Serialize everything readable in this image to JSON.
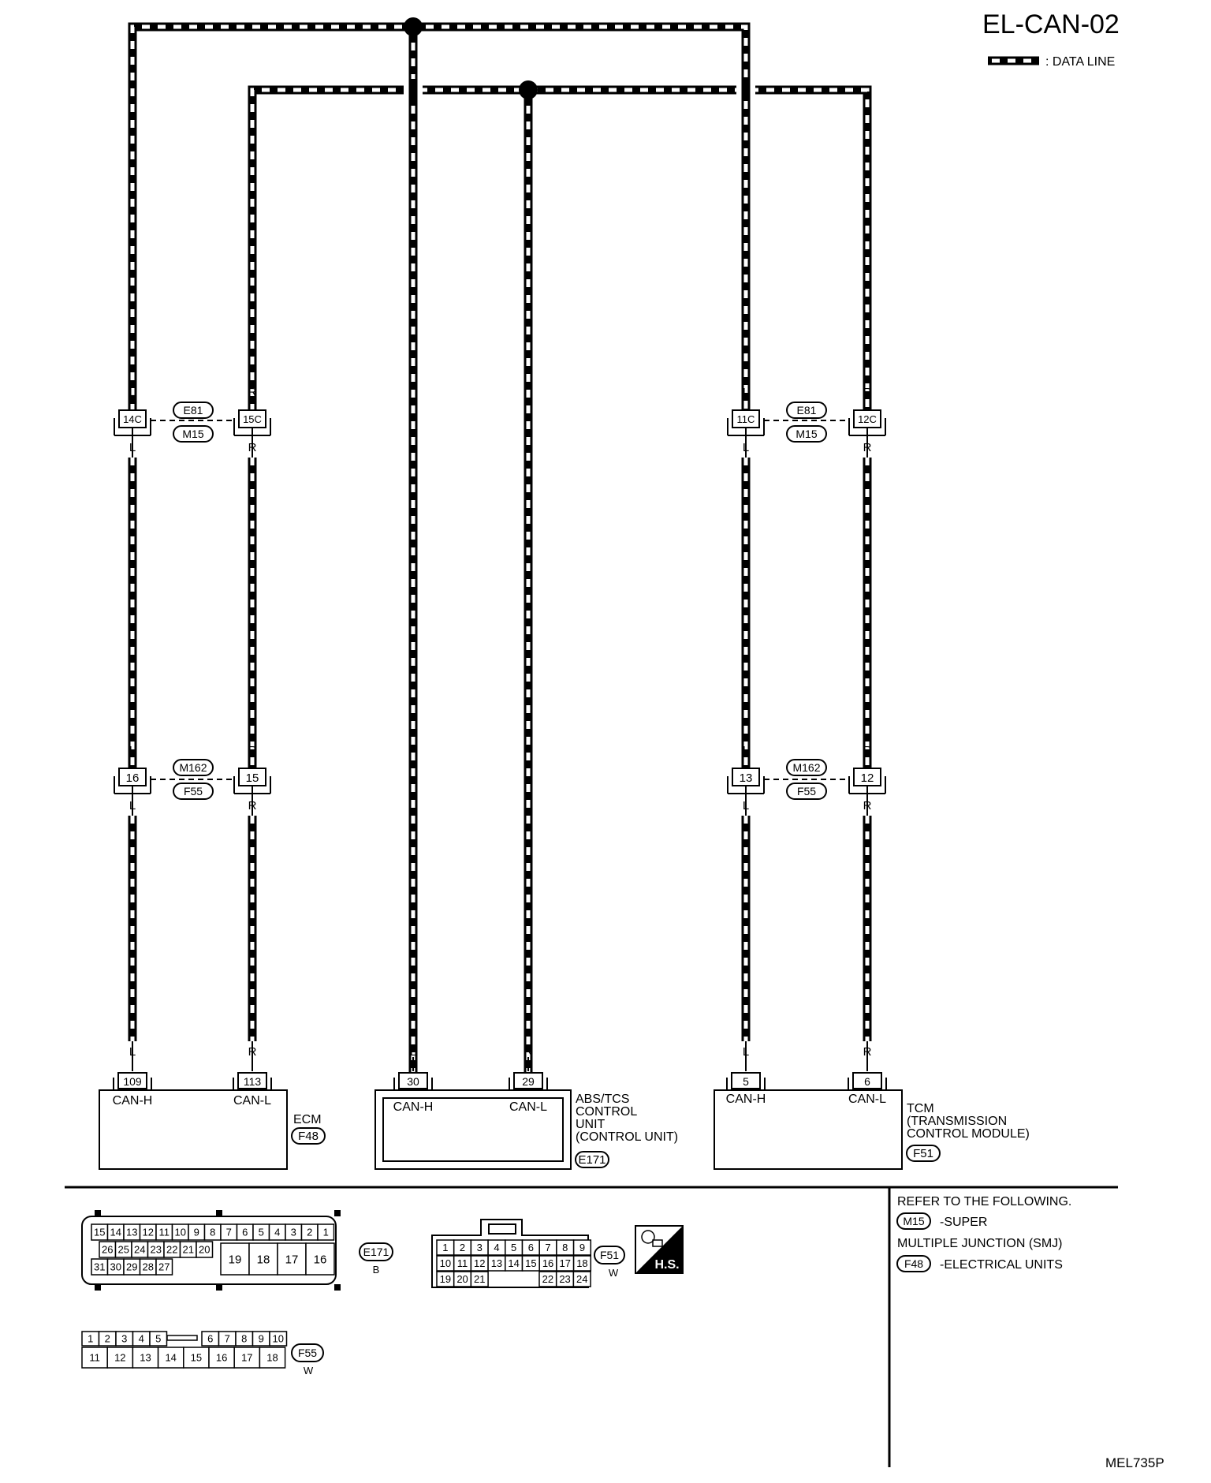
{
  "header": {
    "page_code": "EL-CAN-02",
    "legend_label": ": DATA LINE",
    "figure_code": "MEL735P"
  },
  "wires": {
    "high": "L",
    "low": "R"
  },
  "junctions": {
    "smj_top": {
      "connector_a": "E81",
      "connector_b": "M15"
    },
    "mid": {
      "connector_a": "M162",
      "connector_b": "F55"
    }
  },
  "terminals": {
    "w1_smj": "14C",
    "w2_smj": "15C",
    "w5_smj": "11C",
    "w6_smj": "12C",
    "w1_mid": "16",
    "w2_mid": "15",
    "w5_mid": "13",
    "w6_mid": "12",
    "ecm_h": "109",
    "ecm_l": "113",
    "abs_h": "30",
    "abs_l": "29",
    "tcm_h": "5",
    "tcm_l": "6"
  },
  "units": {
    "ecm": {
      "pin_h_label": "CAN-H",
      "pin_l_label": "CAN-L",
      "name_lines": [
        "ECM"
      ],
      "connector": "F48"
    },
    "abs": {
      "pin_h_label": "CAN-H",
      "pin_l_label": "CAN-L",
      "name_lines": [
        "ABS/TCS",
        "CONTROL",
        "UNIT",
        "(CONTROL UNIT)"
      ],
      "connector": "E171"
    },
    "tcm": {
      "pin_h_label": "CAN-H",
      "pin_l_label": "CAN-L",
      "name_lines": [
        "TCM",
        "(TRANSMISSION",
        "CONTROL MODULE)"
      ],
      "connector": "F51"
    }
  },
  "connector_views": {
    "e171": {
      "id": "E171",
      "color": "B",
      "row1": [
        "15",
        "14",
        "13",
        "12",
        "11",
        "10",
        "9",
        "8",
        "7",
        "6",
        "5",
        "4",
        "3",
        "2",
        "1"
      ],
      "row2": [
        "26",
        "25",
        "24",
        "23",
        "22",
        "21",
        "20"
      ],
      "row3": [
        "31",
        "30",
        "29",
        "28",
        "27"
      ],
      "big": [
        "19",
        "18",
        "17",
        "16"
      ]
    },
    "f51": {
      "id": "F51",
      "color": "W",
      "row1": [
        "1",
        "2",
        "3",
        "4",
        "5",
        "6",
        "7",
        "8",
        "9"
      ],
      "row2": [
        "10",
        "11",
        "12",
        "13",
        "14",
        "15",
        "16",
        "17",
        "18"
      ],
      "row3a": [
        "19",
        "20",
        "21"
      ],
      "row3b": [
        "22",
        "23",
        "24"
      ]
    },
    "f55": {
      "id": "F55",
      "color": "W",
      "row1a": [
        "1",
        "2",
        "3",
        "4",
        "5"
      ],
      "row1b": [
        "6",
        "7",
        "8",
        "9",
        "10"
      ],
      "row2": [
        "11",
        "12",
        "13",
        "14",
        "15",
        "16",
        "17",
        "18"
      ]
    }
  },
  "hs_badge": "H.S.",
  "refer": {
    "heading": "REFER TO THE FOLLOWING.",
    "item1_connector": "M15",
    "item1_text": "-SUPER",
    "item1_text2": "MULTIPLE JUNCTION (SMJ)",
    "item2_connector": "F48",
    "item2_text": "-ELECTRICAL UNITS"
  }
}
